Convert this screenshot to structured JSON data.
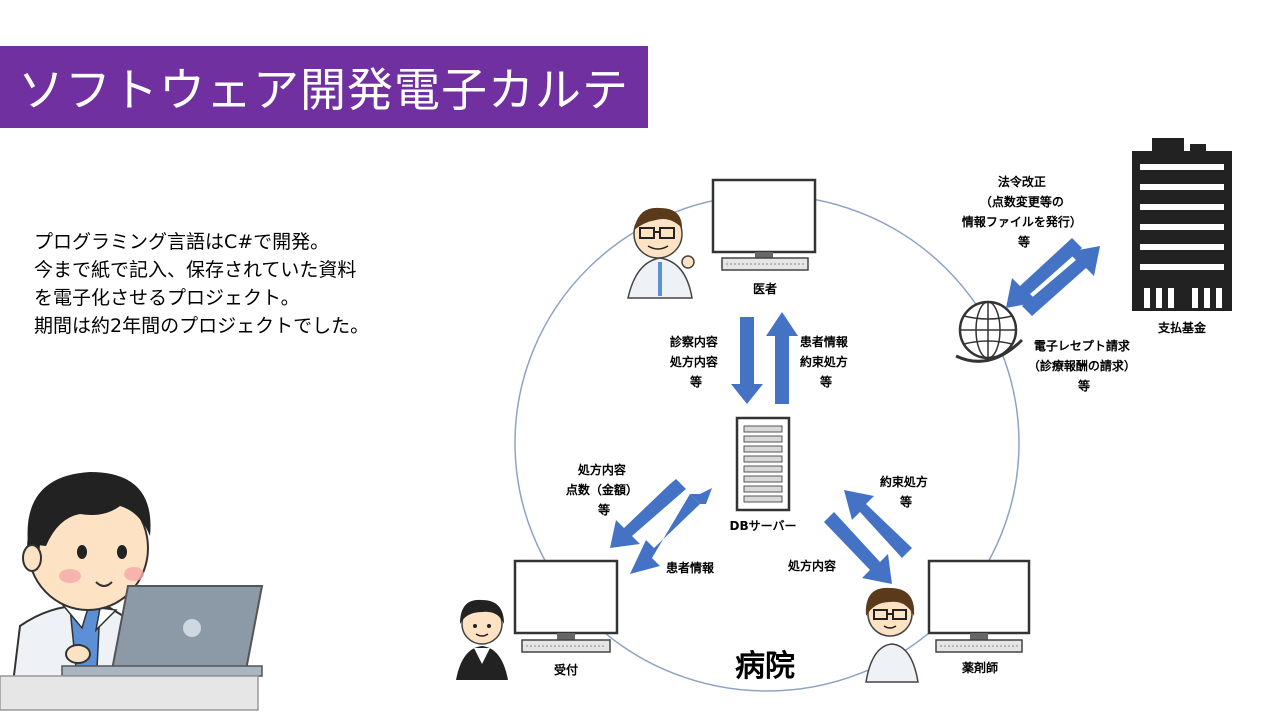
{
  "slide": {
    "title": "ソフトウェア開発電子カルテ",
    "description": [
      "プログラミング言語はC#で開発。",
      "今まで紙で記入、保存されていた資料",
      "を電子化させるプロジェクト。",
      "期間は約2年間のプロジェクトでした。"
    ]
  },
  "diagram": {
    "hospital_label": "病院",
    "nodes": {
      "doctor": "医者",
      "server": "DBサーバー",
      "reception": "受付",
      "pharmacist": "薬剤師",
      "fund": "支払基金"
    },
    "labels": {
      "to_server_from_doctor": [
        "診察内容",
        "処方内容",
        "等"
      ],
      "to_doctor_from_server": [
        "患者情報",
        "約束処方",
        "等"
      ],
      "to_reception": [
        "処方内容",
        "点数（金額）",
        "等"
      ],
      "from_reception": [
        "患者情報"
      ],
      "from_pharmacist": [
        "約束処方",
        "等"
      ],
      "to_pharmacist": [
        "処方内容"
      ],
      "from_fund": [
        "法令改正",
        "（点数変更等の",
        "情報ファイルを発行）",
        "等"
      ],
      "to_fund": [
        "電子レセプト請求",
        "（診療報酬の請求）",
        "等"
      ]
    },
    "colors": {
      "arrow": "#4472c4",
      "circle": "#8ea3c4",
      "title_bg": "#7030a0"
    }
  }
}
